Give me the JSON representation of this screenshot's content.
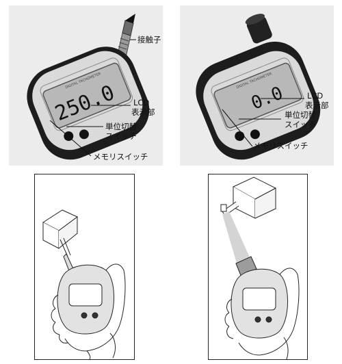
{
  "photos": {
    "contact_model": {
      "lcd_reading": "250.0",
      "panel_caption": "DIGITAL TACHOMETER",
      "labels": {
        "contact_tip": "接触子",
        "lcd_line1": "LCD",
        "lcd_line2": "表示部",
        "unit_switch_line1": "単位切替",
        "unit_switch_line2": "スイッチ",
        "memory_switch": "メモリスイッチ"
      }
    },
    "optical_model": {
      "lcd_reading": "0.0",
      "panel_caption": "DIGITAL TACHOMETER",
      "labels": {
        "lcd_line1": "LCD",
        "lcd_line2": "表示部",
        "unit_switch_line1": "単位切替",
        "unit_switch_line2": "スイッチ",
        "memory_switch": "メモリスイッチ"
      }
    }
  },
  "colors": {
    "photo_background": "#ececec",
    "device_body": "#1d1d1d",
    "device_face": "#dcdcdc",
    "lcd_screen": "#b8b8b8",
    "line": "#111111"
  }
}
